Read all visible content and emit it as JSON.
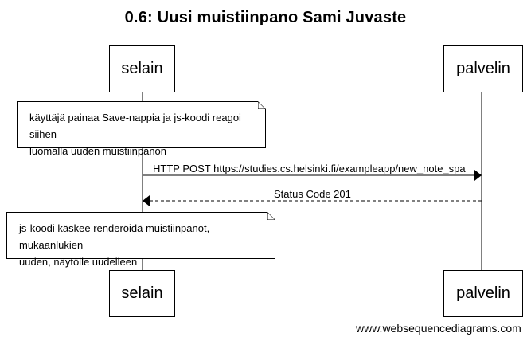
{
  "title": "0.6: Uusi muistiinpano Sami Juvaste",
  "participants": {
    "browser": "selain",
    "server": "palvelin"
  },
  "notes": [
    {
      "lines": [
        "käyttäjä painaa Save-nappia ja js-koodi reagoi siihen",
        "luomalla uuden muistiinpanon"
      ]
    },
    {
      "lines": [
        "js-koodi käskee renderöidä muistiinpanot, mukaanlukien",
        "uuden, näytölle uudelleen"
      ]
    }
  ],
  "messages": [
    {
      "label": "HTTP POST https://studies.cs.helsinki.fi/exampleapp/new_note_spa"
    },
    {
      "label": "Status Code 201"
    }
  ],
  "footer": "www.websequencediagrams.com"
}
